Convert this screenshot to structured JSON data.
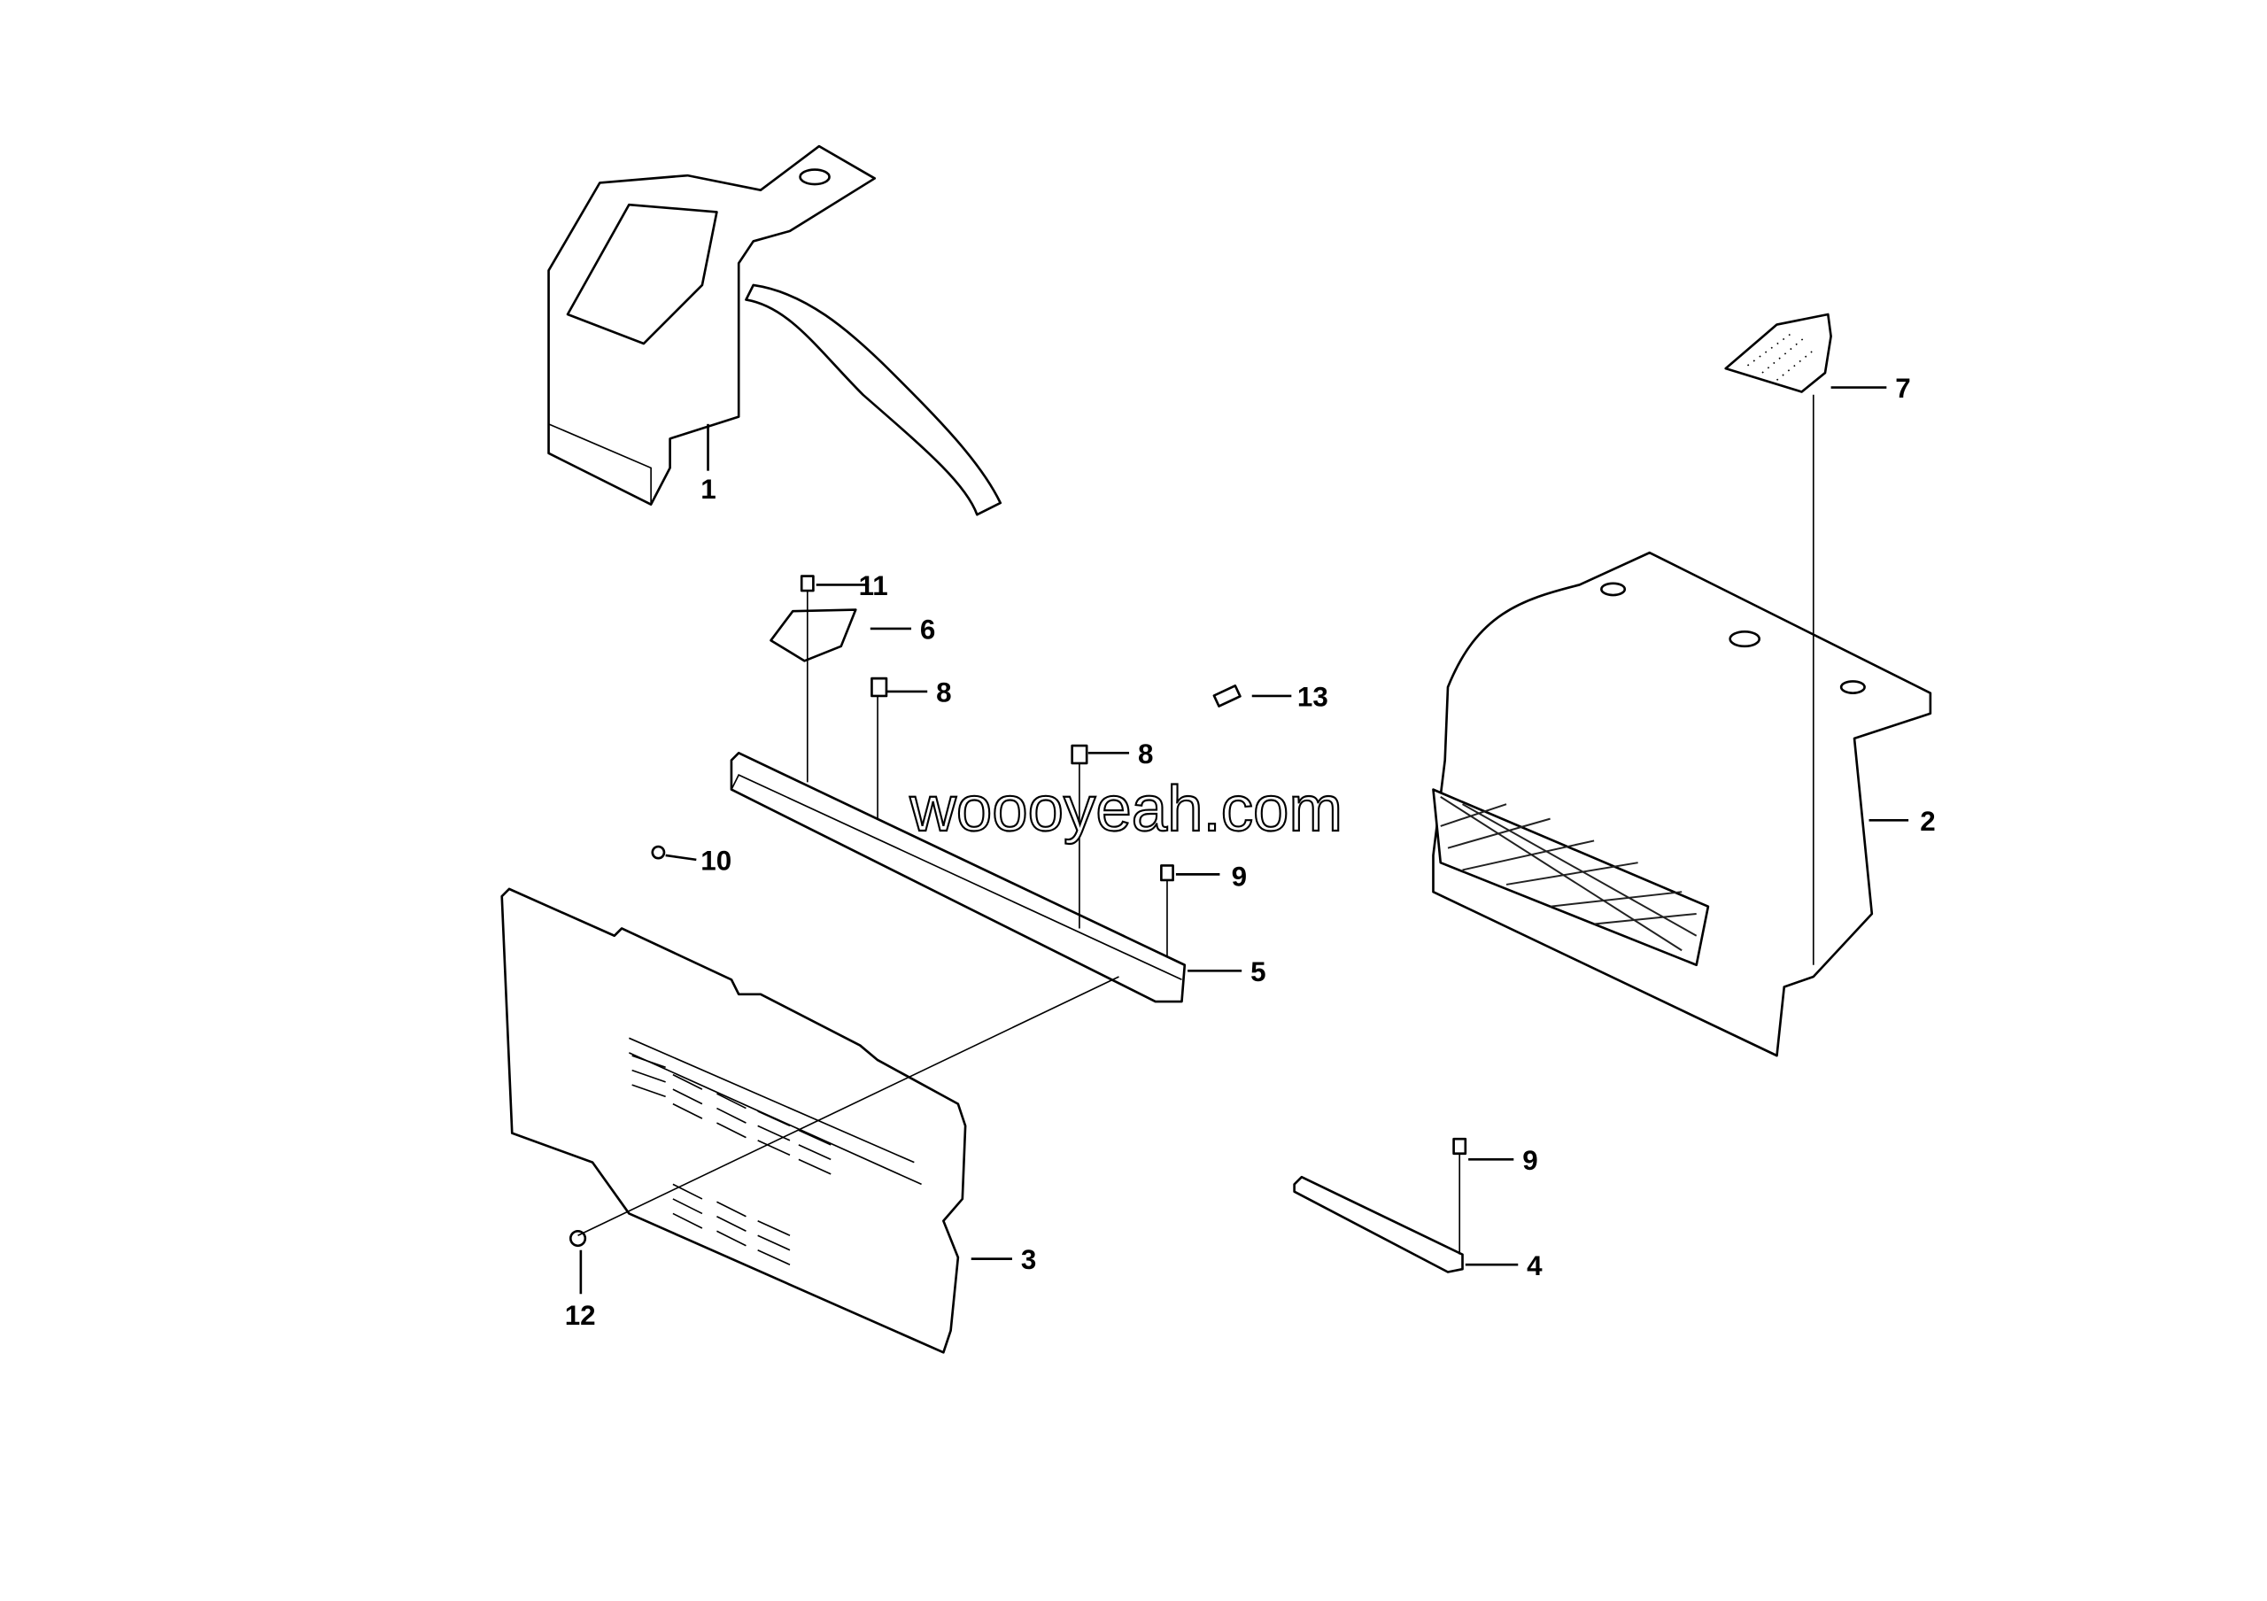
{
  "diagram": {
    "watermark": "woooyeah.com",
    "callouts": [
      {
        "id": "1",
        "text": "1"
      },
      {
        "id": "2",
        "text": "2"
      },
      {
        "id": "3",
        "text": "3"
      },
      {
        "id": "4",
        "text": "4"
      },
      {
        "id": "5",
        "text": "5"
      },
      {
        "id": "6",
        "text": "6"
      },
      {
        "id": "7",
        "text": "7"
      },
      {
        "id": "8a",
        "text": "8"
      },
      {
        "id": "8b",
        "text": "8"
      },
      {
        "id": "9a",
        "text": "9"
      },
      {
        "id": "9b",
        "text": "9"
      },
      {
        "id": "10",
        "text": "10"
      },
      {
        "id": "11",
        "text": "11"
      },
      {
        "id": "12",
        "text": "12"
      },
      {
        "id": "13",
        "text": "13"
      }
    ]
  }
}
